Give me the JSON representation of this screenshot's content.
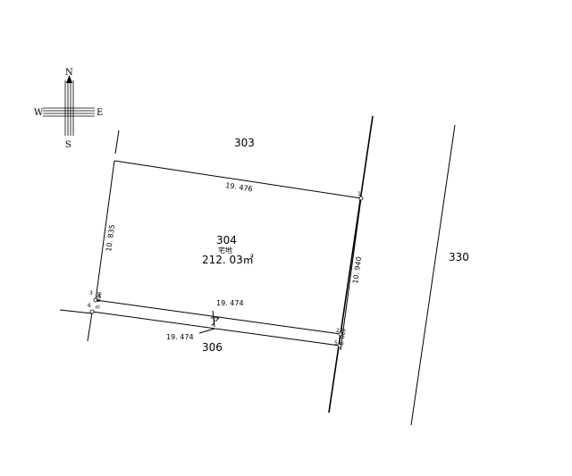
{
  "compass": {
    "north": "N",
    "south": "S",
    "east": "E",
    "west": "W"
  },
  "parcels": {
    "north_lot": "303",
    "subject_lot": "304",
    "subject_use": "宅地",
    "subject_area": "212. 03㎡",
    "east_lot": "330",
    "south_lot": "306"
  },
  "dimensions": {
    "north_edge": "19. 476",
    "west_edge": "10. 835",
    "east_edge": "10. 940",
    "south_edge_upper": "19. 474",
    "south_edge_lower": "19. 474"
  },
  "corner_points": {
    "p1": "1",
    "p2": "2",
    "p3": "3",
    "p4": "4",
    "p5": "5",
    "p6": "6",
    "strip_width_w": "0. 600",
    "strip_width_e": "0. 600"
  },
  "strip_label": "ア"
}
